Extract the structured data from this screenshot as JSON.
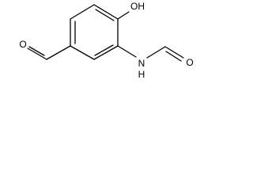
{
  "molecule": {
    "atoms": {
      "hydroxyl": "OH",
      "aldehyde_oxygen": "O",
      "amide_nitrogen": "N",
      "amide_hydrogen": "H",
      "formyl_oxygen": "O"
    }
  },
  "colors": {
    "line": "#000000",
    "background": "#ffffff"
  }
}
